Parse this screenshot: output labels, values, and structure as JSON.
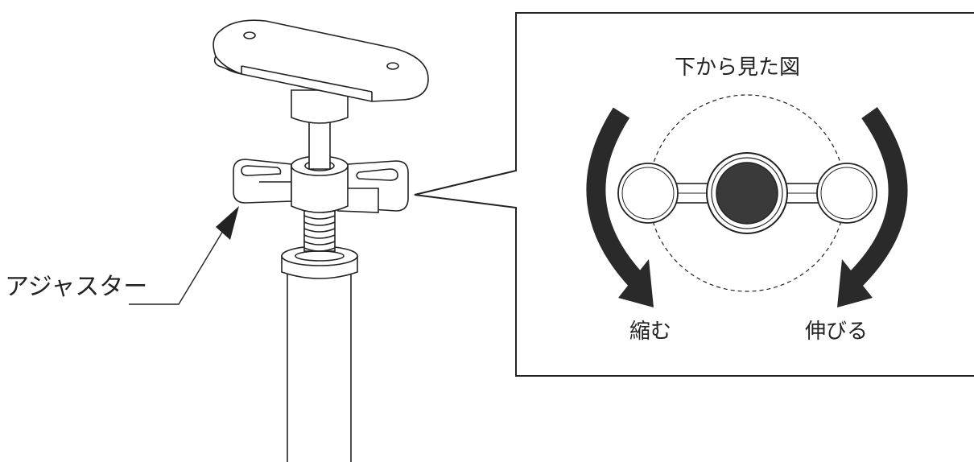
{
  "labels": {
    "adjuster": "アジャスター",
    "view_from_below": "下から見た図",
    "shorten": "縮む",
    "extend": "伸びる"
  },
  "colors": {
    "line": "#222222",
    "knob": "#3a3a3a",
    "background": "#ffffff"
  }
}
